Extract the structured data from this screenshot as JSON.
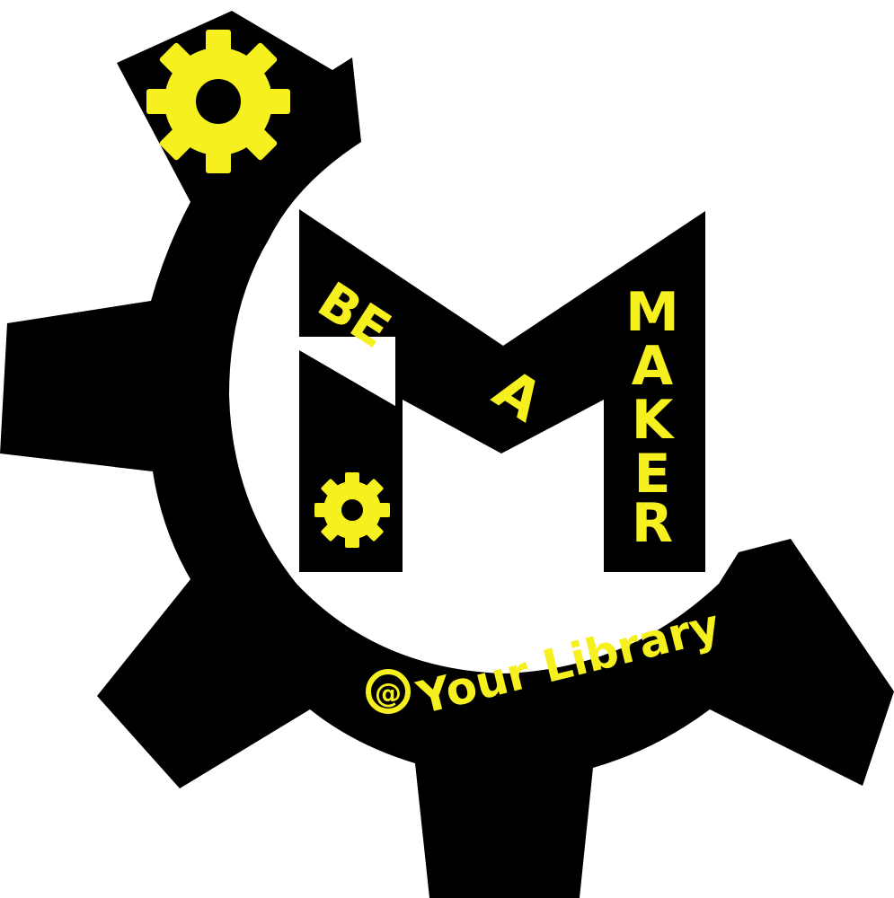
{
  "logo": {
    "letter_stack_left": [
      "BE",
      "A"
    ],
    "letter_stack_right": [
      "M",
      "A",
      "K",
      "E",
      "R"
    ],
    "tagline_at": "@",
    "tagline": "Your Library",
    "colors": {
      "gear": "#000000",
      "accent": "#f5f01e",
      "background": "#ffffff"
    },
    "icons": [
      "large-gear-icon",
      "small-gear-icon",
      "at-sign-icon"
    ]
  }
}
